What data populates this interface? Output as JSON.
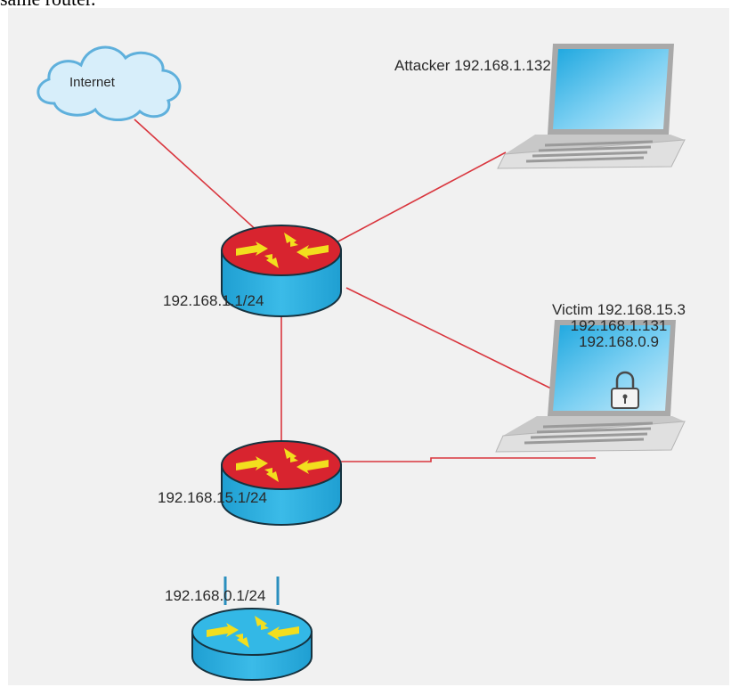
{
  "page_header": "same router.",
  "nodes": {
    "internet": {
      "label": "Internet"
    },
    "attacker": {
      "label": "Attacker 192.168.1.132"
    },
    "victim": {
      "label_lines": [
        "Victim 192.168.15.3",
        "192.168.1.131",
        "192.168.0.9"
      ]
    },
    "router_1": {
      "label": "192.168.1.1/24"
    },
    "router_2": {
      "label": "192.168.15.1/24"
    },
    "router_wireless": {
      "label": "192.168.0.1/24"
    }
  },
  "colors": {
    "background": "#f1f1f1",
    "link": "#d9363e",
    "router_top": "#d8242f",
    "router_body": "#25aee0",
    "wireless_top": "#33b8e6",
    "arrow": "#f2de1e",
    "cloud_fill": "#d7eefa",
    "cloud_stroke": "#5fb0dc",
    "screen": "#27b5ea"
  }
}
